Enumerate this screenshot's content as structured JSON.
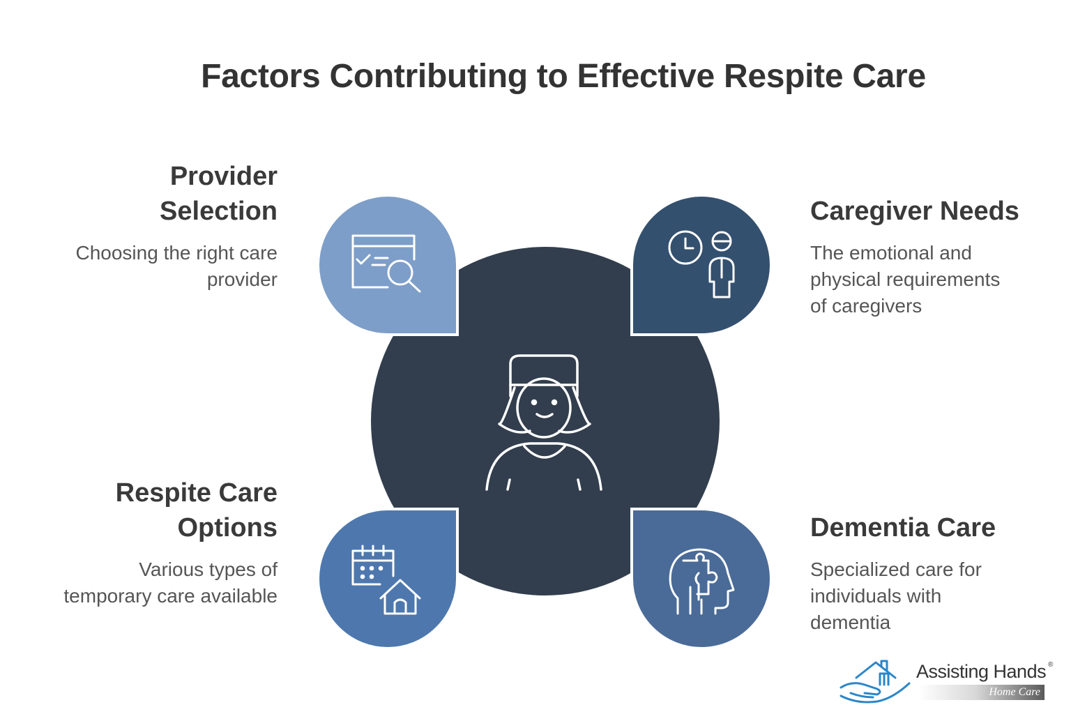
{
  "title": "Factors Contributing to Effective Respite Care",
  "colors": {
    "center": "#323e4d",
    "provider_selection": "#7d9ec8",
    "caregiver_needs": "#34506f",
    "respite_care_options": "#4e78ad",
    "dementia_care": "#4a6b97",
    "icon_stroke": "#ffffff"
  },
  "center": {
    "icon": "nurse-icon"
  },
  "factors": {
    "provider_selection": {
      "heading_lines": [
        "Provider",
        "Selection"
      ],
      "description_lines": [
        "Choosing the right care",
        "provider"
      ],
      "icon": "browser-search-icon"
    },
    "caregiver_needs": {
      "heading_lines": [
        "Caregiver Needs"
      ],
      "description_lines": [
        "The emotional and",
        "physical requirements",
        "of caregivers"
      ],
      "icon": "clock-person-icon"
    },
    "respite_care_options": {
      "heading_lines": [
        "Respite Care",
        "Options"
      ],
      "description_lines": [
        "Various types of",
        "temporary care available"
      ],
      "icon": "calendar-home-icon"
    },
    "dementia_care": {
      "heading_lines": [
        "Dementia Care"
      ],
      "description_lines": [
        "Specialized care for",
        "individuals with",
        "dementia"
      ],
      "icon": "head-puzzle-icon"
    }
  },
  "logo": {
    "brand": "Assisting Hands",
    "registered": "®",
    "tagline": "Home Care"
  }
}
